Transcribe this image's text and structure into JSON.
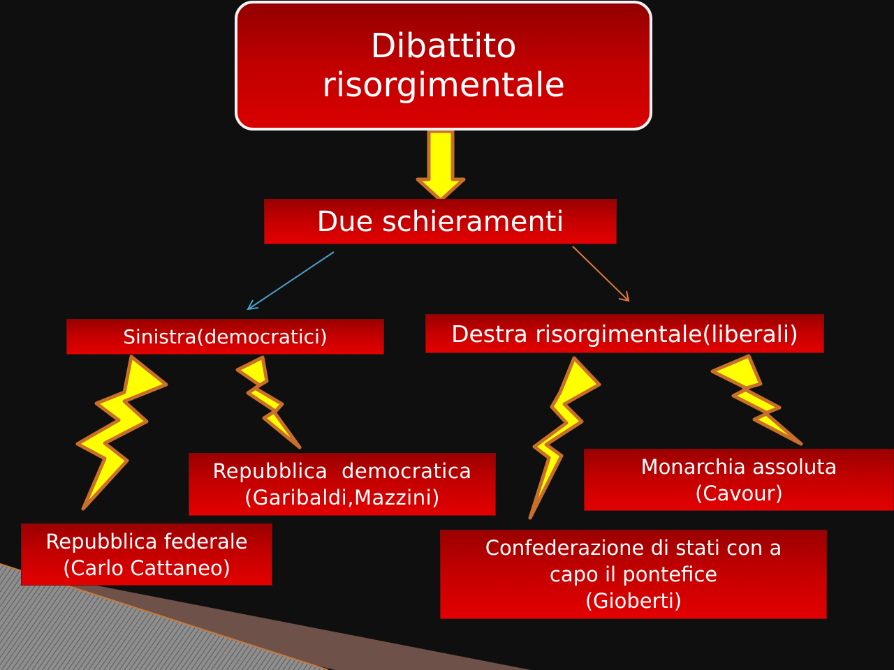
{
  "title": {
    "line1": "Dibattito",
    "line2": "risorgimentale"
  },
  "center_node": "Due schieramenti",
  "left_branch": {
    "label": "Sinistra(democratici)",
    "children": [
      {
        "line1": "Repubblica  democratica",
        "line2": "(Garibaldi,Mazzini)"
      },
      {
        "line1": "Repubblica federale",
        "line2": "(Carlo Cattaneo)"
      }
    ]
  },
  "right_branch": {
    "label": "Destra risorgimentale(liberali)",
    "children": [
      {
        "line1": "Monarchia assoluta",
        "line2": "(Cavour)"
      },
      {
        "line1": "Confederazione di stati con a",
        "line2": "capo il pontefice",
        "line3": "(Gioberti)"
      }
    ]
  },
  "colors": {
    "background": "#0f0f0f",
    "box_red": "#c20000",
    "arrow_yellow": "#ffff00",
    "arrow_outline": "#c8702a",
    "left_connector": "#4aa3c8",
    "right_connector": "#e07a3a"
  },
  "icons": [
    "down-arrow-icon",
    "lightning-bolt-icon"
  ]
}
